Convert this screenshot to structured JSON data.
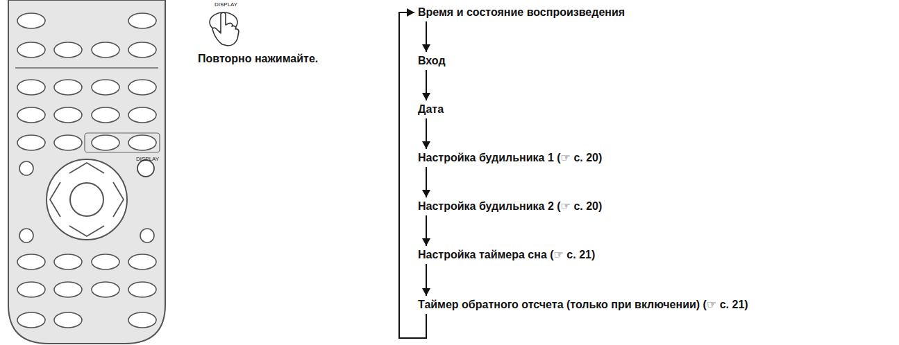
{
  "diagram": {
    "nodes": [
      {
        "text": [
          "Время и состояние воспроизведения"
        ]
      },
      {
        "text": [
          "Вход"
        ]
      },
      {
        "text": [
          "Дата"
        ]
      },
      {
        "text": [
          "Настройка будильника 1 (☞ с. 20)"
        ]
      },
      {
        "text": [
          "Настройка будильника 2 (☞ с. 20)"
        ]
      },
      {
        "text": [
          "Настройка таймера сна (☞ с. 21)"
        ]
      },
      {
        "text": [
          "Таймер обратного отсчета (только при включении) (☞ с. 21)"
        ]
      }
    ],
    "edges": [
      {
        "from": 0,
        "to": 1,
        "arrow": "to"
      },
      {
        "from": 1,
        "to": 2,
        "arrow": "to"
      },
      {
        "from": 2,
        "to": 3,
        "arrow": "to"
      },
      {
        "from": 3,
        "to": 4,
        "arrow": "to"
      },
      {
        "from": 4,
        "to": 5,
        "arrow": "to"
      },
      {
        "from": 5,
        "to": 6,
        "arrow": "to"
      },
      {
        "from": 6,
        "to": 0,
        "arrow": "to"
      }
    ],
    "labels": [
      "DISPLAY",
      "DISPLAY",
      "Повторно нажимайте."
    ]
  }
}
